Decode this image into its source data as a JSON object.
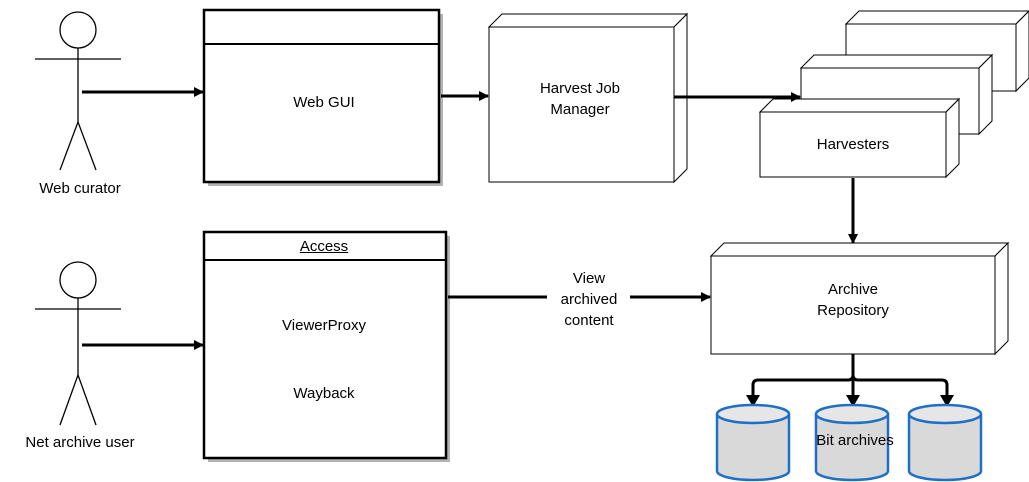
{
  "actors": {
    "web_curator": "Web curator",
    "net_archive_user": "Net archive user"
  },
  "components": {
    "web_gui": "Web GUI",
    "harvest_job_manager": [
      "Harvest Job",
      "Manager"
    ],
    "harvesters": "Harvesters",
    "access_title": "Access",
    "viewer_proxy": "ViewerProxy",
    "wayback": "Wayback",
    "archive_repository": [
      "Archive",
      "Repository"
    ],
    "bit_archives": "Bit archives"
  },
  "connectors": {
    "view_archived_content": [
      "View",
      "archived",
      "content"
    ]
  },
  "colors": {
    "line": "#000000",
    "box_fill": "#ffffff",
    "shadow": "#b3b3b3",
    "cylinder_fill": "#d9d9d9",
    "cylinder_stroke": "#1f6fc6"
  }
}
